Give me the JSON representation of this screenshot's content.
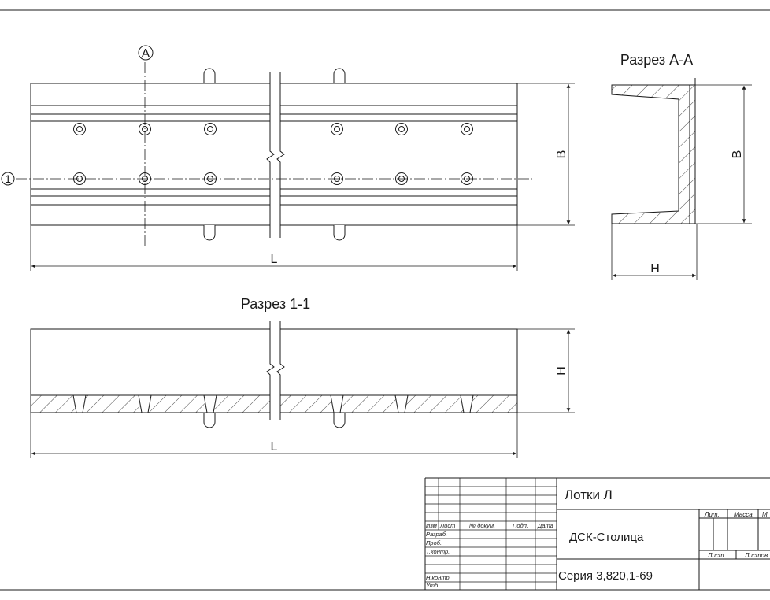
{
  "drawing": {
    "plan_markers": {
      "axis_a": "A",
      "axis_1": "1"
    },
    "section_a_title": "Разрез А-А",
    "section_1_title": "Разрез 1-1",
    "dims": {
      "b": "В",
      "l": "L",
      "h": "Н"
    }
  },
  "title_block": {
    "product_name": "Лотки Л",
    "company": "ДСК-Столица",
    "series": "Серия 3,820,1-69",
    "headers": {
      "izm": "Изм",
      "list": "Лист",
      "doc": "№ докум.",
      "sign": "Подп.",
      "date": "Дата"
    },
    "roles": {
      "developed": "Разраб.",
      "checked": "Проб.",
      "tech_control": "Т.контр.",
      "norm_control": "Н.контр.",
      "approved": "Утб."
    },
    "right_labels": {
      "lit": "Лит.",
      "mass": "Масса",
      "scale": "М",
      "sheet": "Лист",
      "sheets": "Листов"
    }
  },
  "colors": {
    "line": "#1a1a1a",
    "paper": "#ffffff"
  }
}
